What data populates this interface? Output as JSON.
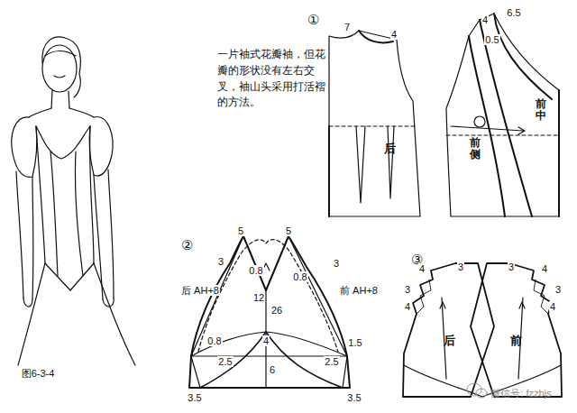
{
  "diagram": {
    "caption": "图6-3-4",
    "labels": [
      "①",
      "一片袖式花瓣袖，但花瓣的形状没有左右交叉，袖山头采用打活褶的方法。",
      "7",
      "4",
      "后",
      "4",
      "6.5",
      "0.5",
      "前中",
      "前侧",
      "②",
      "5",
      "5",
      "3",
      "0.8",
      "0.8",
      "3",
      "后 AH+8",
      "12",
      "前 AH+8",
      "26",
      "0.8",
      "4",
      "1.5",
      "2.5",
      "2.5",
      "6",
      "3.5",
      "3.5",
      "③",
      "4",
      "3",
      "3",
      "4",
      "3",
      "4",
      "3",
      "4",
      "后",
      "前",
      "微信号: fzzbjs"
    ]
  }
}
